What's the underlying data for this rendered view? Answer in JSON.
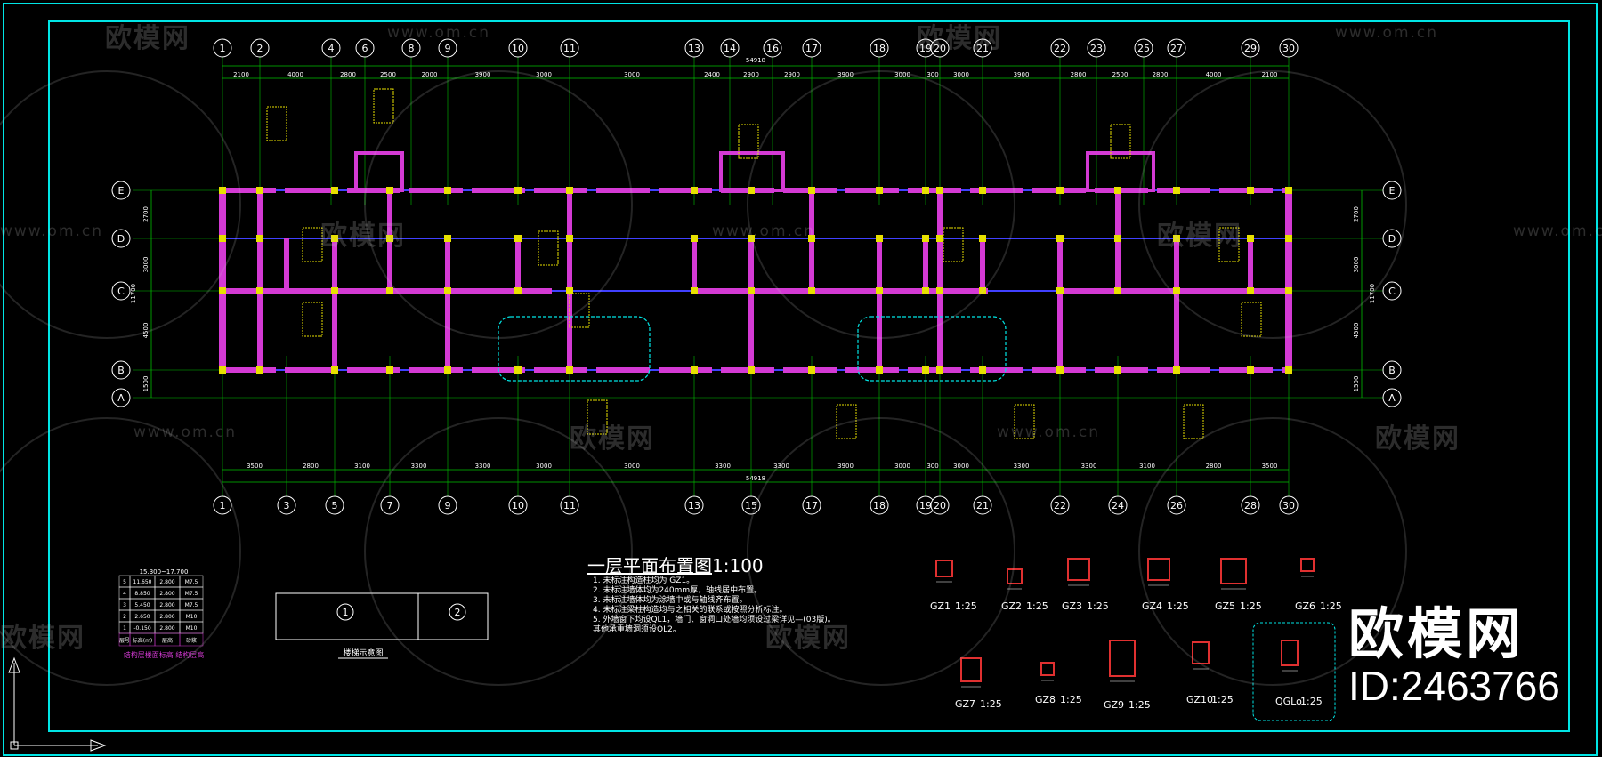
{
  "watermark": {
    "brand": "欧模网",
    "url": "www.om.cn"
  },
  "big_logo": "欧模网",
  "id_label": "ID:2463766",
  "plan_title": "一层平面布置图",
  "plan_scale": "1:100",
  "notes": [
    "1. 未标注构造柱均为 GZ1。",
    "2. 未标注墙体均为240mm厚，轴线居中布置。",
    "3. 未标注墙体均为涂墙中或与轴线齐布置。",
    "4. 未标注梁柱构造均与之相关的联系或按照分析标注。",
    "5. 外墙窗下均设QL1，墙门、窗洞口处墙均须设过梁详见—(03版)。",
    "   其他承重墙洞须设QL2。"
  ],
  "axes_top": [
    "1",
    "2",
    "4",
    "6",
    "8",
    "9",
    "10",
    "11",
    "13",
    "14",
    "16",
    "17",
    "18",
    "19",
    "20",
    "21",
    "22",
    "23",
    "25",
    "27",
    "29",
    "30"
  ],
  "axes_bottom": [
    "1",
    "3",
    "5",
    "7",
    "9",
    "10",
    "11",
    "13",
    "15",
    "17",
    "18",
    "19",
    "20",
    "21",
    "22",
    "24",
    "26",
    "28",
    "30"
  ],
  "axes_rows": [
    "E",
    "D",
    "C",
    "B",
    "A"
  ],
  "dims_top": [
    "2100",
    "4000",
    "2800",
    "2500",
    "2000",
    "3900",
    "3000",
    "3000",
    "2400",
    "2900",
    "2900",
    "3900",
    "3000",
    "300",
    "3000",
    "3900",
    "2800",
    "2500",
    "2800",
    "4000",
    "2100"
  ],
  "dims_bottom": [
    "3500",
    "2800",
    "3100",
    "3300",
    "3300",
    "3000",
    "3000",
    "3300",
    "3300",
    "3900",
    "3000",
    "300",
    "3000",
    "3300",
    "3300",
    "3100",
    "2800",
    "3500"
  ],
  "overall_dim": "54918",
  "row_dims_left": [
    "2700",
    "3000",
    "4500",
    "1500"
  ],
  "row_dims_right": [
    "2700",
    "3000",
    "4500",
    "1500"
  ],
  "row_total": "11700",
  "floor_table": {
    "header": [
      "15.300~17.700"
    ],
    "rows": [
      [
        "5",
        "11.650",
        "2.800",
        "M7.5"
      ],
      [
        "4",
        "8.850",
        "2.800",
        "M7.5"
      ],
      [
        "3",
        "5.450",
        "2.800",
        "M7.5"
      ],
      [
        "2",
        "2.650",
        "2.800",
        "M10"
      ],
      [
        "1",
        "-0.150",
        "2.800",
        "M10"
      ]
    ],
    "col_labels": [
      "层号",
      "标高(m)",
      "层高",
      "砂浆"
    ],
    "caption": "结构层楼面标高  结构层高"
  },
  "stair_caption": "楼梯示意图",
  "stair_labels": [
    "1",
    "2"
  ],
  "details": [
    {
      "name": "GZ1",
      "scale": "1:25"
    },
    {
      "name": "GZ2",
      "scale": "1:25"
    },
    {
      "name": "GZ3",
      "scale": "1:25"
    },
    {
      "name": "GZ4",
      "scale": "1:25"
    },
    {
      "name": "GZ5",
      "scale": "1:25"
    },
    {
      "name": "GZ6",
      "scale": "1:25"
    },
    {
      "name": "GZ7",
      "scale": "1:25"
    },
    {
      "name": "GZ8",
      "scale": "1:25"
    },
    {
      "name": "GZ9",
      "scale": "1:25"
    },
    {
      "name": "GZ10",
      "scale": "1:25"
    },
    {
      "name": "QGLo",
      "scale": "1:25"
    }
  ],
  "colors": {
    "frame": "#00e5e5",
    "grid": "#00c000",
    "wall": "#d43ad4",
    "column": "#e8e000",
    "beam": "#4040ff",
    "text": "#ffffff"
  }
}
